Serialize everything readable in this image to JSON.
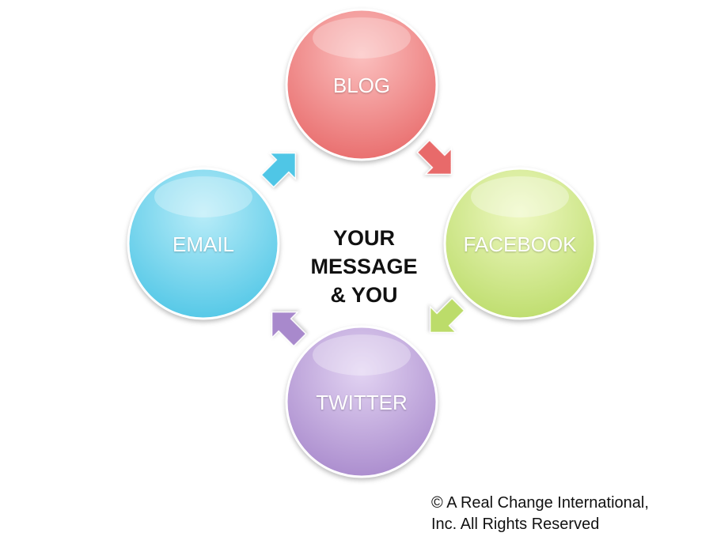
{
  "diagram": {
    "center": {
      "lines": [
        "YOUR",
        "MESSAGE",
        "& YOU"
      ]
    },
    "nodes": [
      {
        "id": "blog",
        "label": "BLOG",
        "color": "#e86a6a",
        "light": "#fbc0bf"
      },
      {
        "id": "facebook",
        "label": "FACEBOOK",
        "color": "#bcdc6a",
        "light": "#eef8c2"
      },
      {
        "id": "twitter",
        "label": "TWITTER",
        "color": "#a889cc",
        "light": "#e2d3f2"
      },
      {
        "id": "email",
        "label": "EMAIL",
        "color": "#4fc6e6",
        "light": "#b8ecf8"
      }
    ],
    "arrows": [
      {
        "id": "blog-to-facebook",
        "color": "#e86a6a"
      },
      {
        "id": "facebook-to-twitter",
        "color": "#bcdc6a"
      },
      {
        "id": "twitter-to-email",
        "color": "#a889cc"
      },
      {
        "id": "email-to-blog",
        "color": "#4fc6e6"
      }
    ]
  },
  "copyright": {
    "line1": "© A Real Change International,",
    "line2": "Inc. All Rights Reserved"
  }
}
